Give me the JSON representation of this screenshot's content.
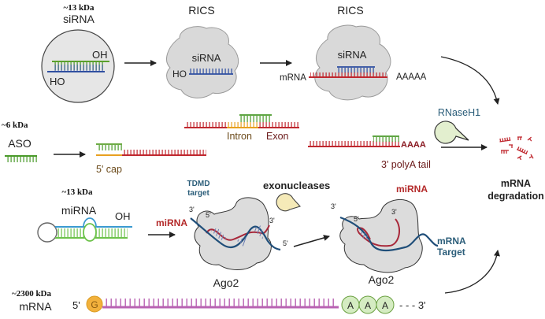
{
  "colors": {
    "sirna_guide": "#2f4fa0",
    "sirna_passenger": "#5aa02c",
    "mrna_red": "#c0282f",
    "intron_orange": "#e8a020",
    "aso_green": "#4a9a2a",
    "mirna_blue": "#3a9ad0",
    "mirna_green": "#6cc24a",
    "target_blue": "#1f4e79",
    "mirna_red": "#a8283a",
    "protein_gray": "#dadada",
    "cap_orange": "#f2b13c",
    "polya_green": "#d5ecc2",
    "mrna_magenta": "#b963b3",
    "rnase_fill": "#e3efcf",
    "exo_fill": "#f5eab8",
    "label_blue": "#2c5e7a"
  },
  "sirna_row": {
    "kda": "~13 kDa",
    "title": "siRNA",
    "oh": "OH",
    "ho": "HO",
    "rics1": {
      "title": "RICS",
      "inner": "siRNA",
      "ho": "HO"
    },
    "rics2": {
      "title": "RICS",
      "inner": "siRNA",
      "mrna": "mRNA",
      "tail": "AAAAA"
    }
  },
  "aso_row": {
    "kda": "~6 kDa",
    "title": "ASO",
    "cap_label": "5' cap",
    "intron": "Intron",
    "exon": "Exon",
    "tail": "AAAA",
    "polya_label": "3' polyA tail",
    "enzyme": "RNaseH1"
  },
  "degradation": {
    "line1": "mRNA",
    "line2": "degradation"
  },
  "mirna_row": {
    "kda": "~13 kDa",
    "title": "miRNA",
    "oh": "OH",
    "complex1": {
      "target_label_1": "TDMD",
      "target_label_2": "target",
      "mirna_label": "miRNA",
      "three_prime_a": "3'",
      "five_prime_a": "5'",
      "three_prime_b": "3'",
      "five_prime_b": "5'",
      "protein": "Ago2"
    },
    "exonucleases": "exonucleases",
    "complex2": {
      "mirna_label": "miRNA",
      "three_prime_a": "3'",
      "five_prime": "5'",
      "three_prime_b": "3'",
      "target_1": "mRNA",
      "target_2": "Target",
      "protein": "Ago2"
    }
  },
  "mrna_row": {
    "kda": "~2300 kDa",
    "title": "mRNA",
    "five_prime": "5'",
    "cap": "G",
    "polya": [
      "A",
      "A",
      "A"
    ],
    "three_prime": "- - - 3'"
  }
}
